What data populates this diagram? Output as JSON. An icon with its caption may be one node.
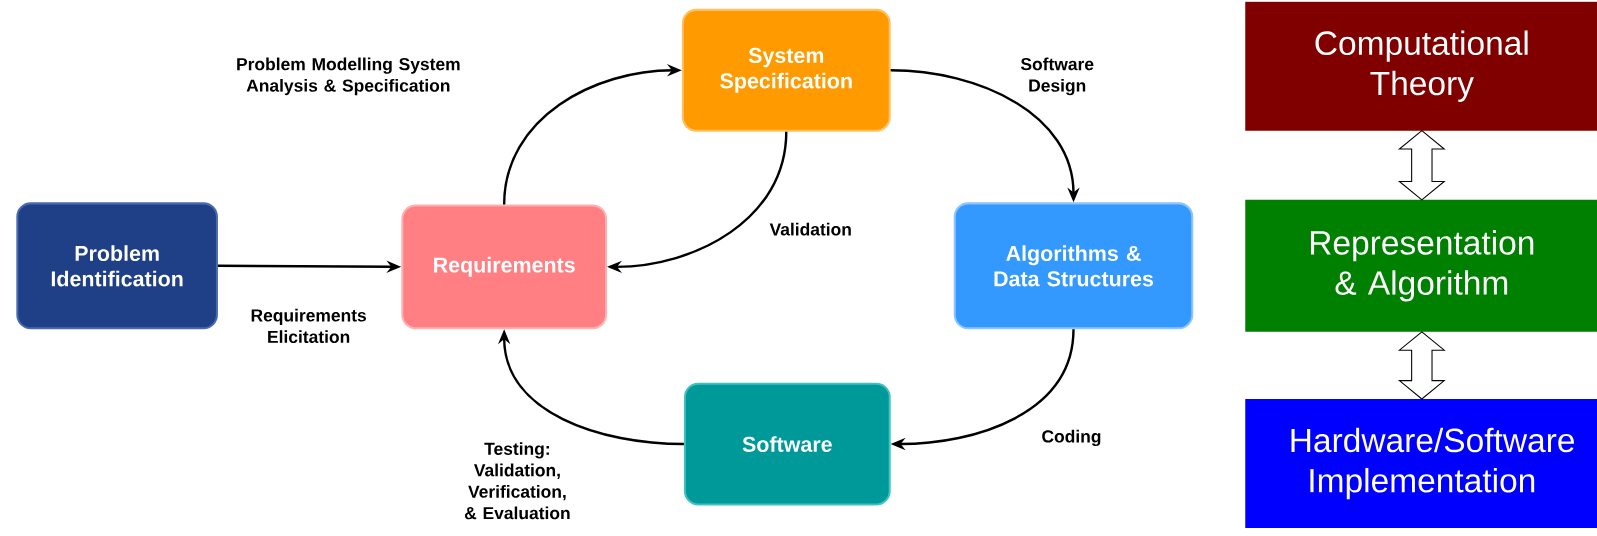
{
  "diagram": {
    "nodes": [
      {
        "text": [
          "Problem Identification"
        ]
      },
      {
        "text": [
          "Requirements"
        ]
      },
      {
        "text": [
          "System Specification"
        ]
      },
      {
        "text": [
          "Algorithms & Data Structures"
        ]
      },
      {
        "text": [
          "Software"
        ]
      },
      {
        "text": [
          "Computational Theory"
        ]
      },
      {
        "text": [
          "Representation & Algorithm"
        ]
      },
      {
        "text": [
          "Hardware/Software Implementation"
        ]
      }
    ],
    "edges": [
      {
        "from": 0,
        "to": 1,
        "arrow": "to",
        "label": "Requirements Elicitation"
      },
      {
        "from": 1,
        "to": 2,
        "arrow": "to",
        "label": "Problem Modelling System Analysis & Specification"
      },
      {
        "from": 2,
        "to": 1,
        "arrow": "to",
        "label": "Validation"
      },
      {
        "from": 2,
        "to": 3,
        "arrow": "to",
        "label": "Software Design"
      },
      {
        "from": 3,
        "to": 4,
        "arrow": "to",
        "label": "Coding"
      },
      {
        "from": 4,
        "to": 1,
        "arrow": "to",
        "label": "Testing: Validation, Verification, & Evaluation"
      },
      {
        "from": 5,
        "to": 6,
        "arrow": "both",
        "style": "thick"
      },
      {
        "from": 6,
        "to": 7,
        "arrow": "both",
        "style": "thick"
      }
    ]
  }
}
